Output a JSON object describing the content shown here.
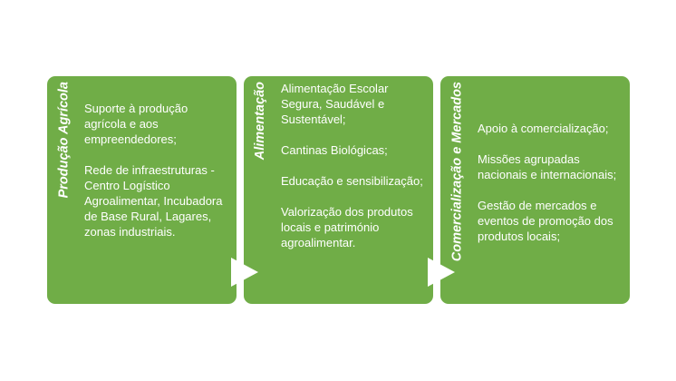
{
  "columns": [
    {
      "title": "Produção Agrícola",
      "items": [
        "Suporte à produção agrícola e aos empreendedores;",
        "Rede de infraestruturas - Centro Logístico Agroalimentar, Incubadora de Base Rural, Lagares, zonas industriais."
      ]
    },
    {
      "title": "Alimentação",
      "items": [
        "Alimentação Escolar Segura, Saudável e Sustentável;",
        "Cantinas Biológicas;",
        "Educação e sensibilização;",
        "Valorização dos produtos locais e património agroalimentar."
      ]
    },
    {
      "title": "Comercialização e Mercados",
      "items": [
        "Apoio à comercialização;",
        "Missões agrupadas nacionais e internacionais;",
        "Gestão de mercados e eventos de promoção dos produtos locais;"
      ]
    }
  ],
  "colors": {
    "box": "#70ad47",
    "arrow": "#ffffff"
  }
}
